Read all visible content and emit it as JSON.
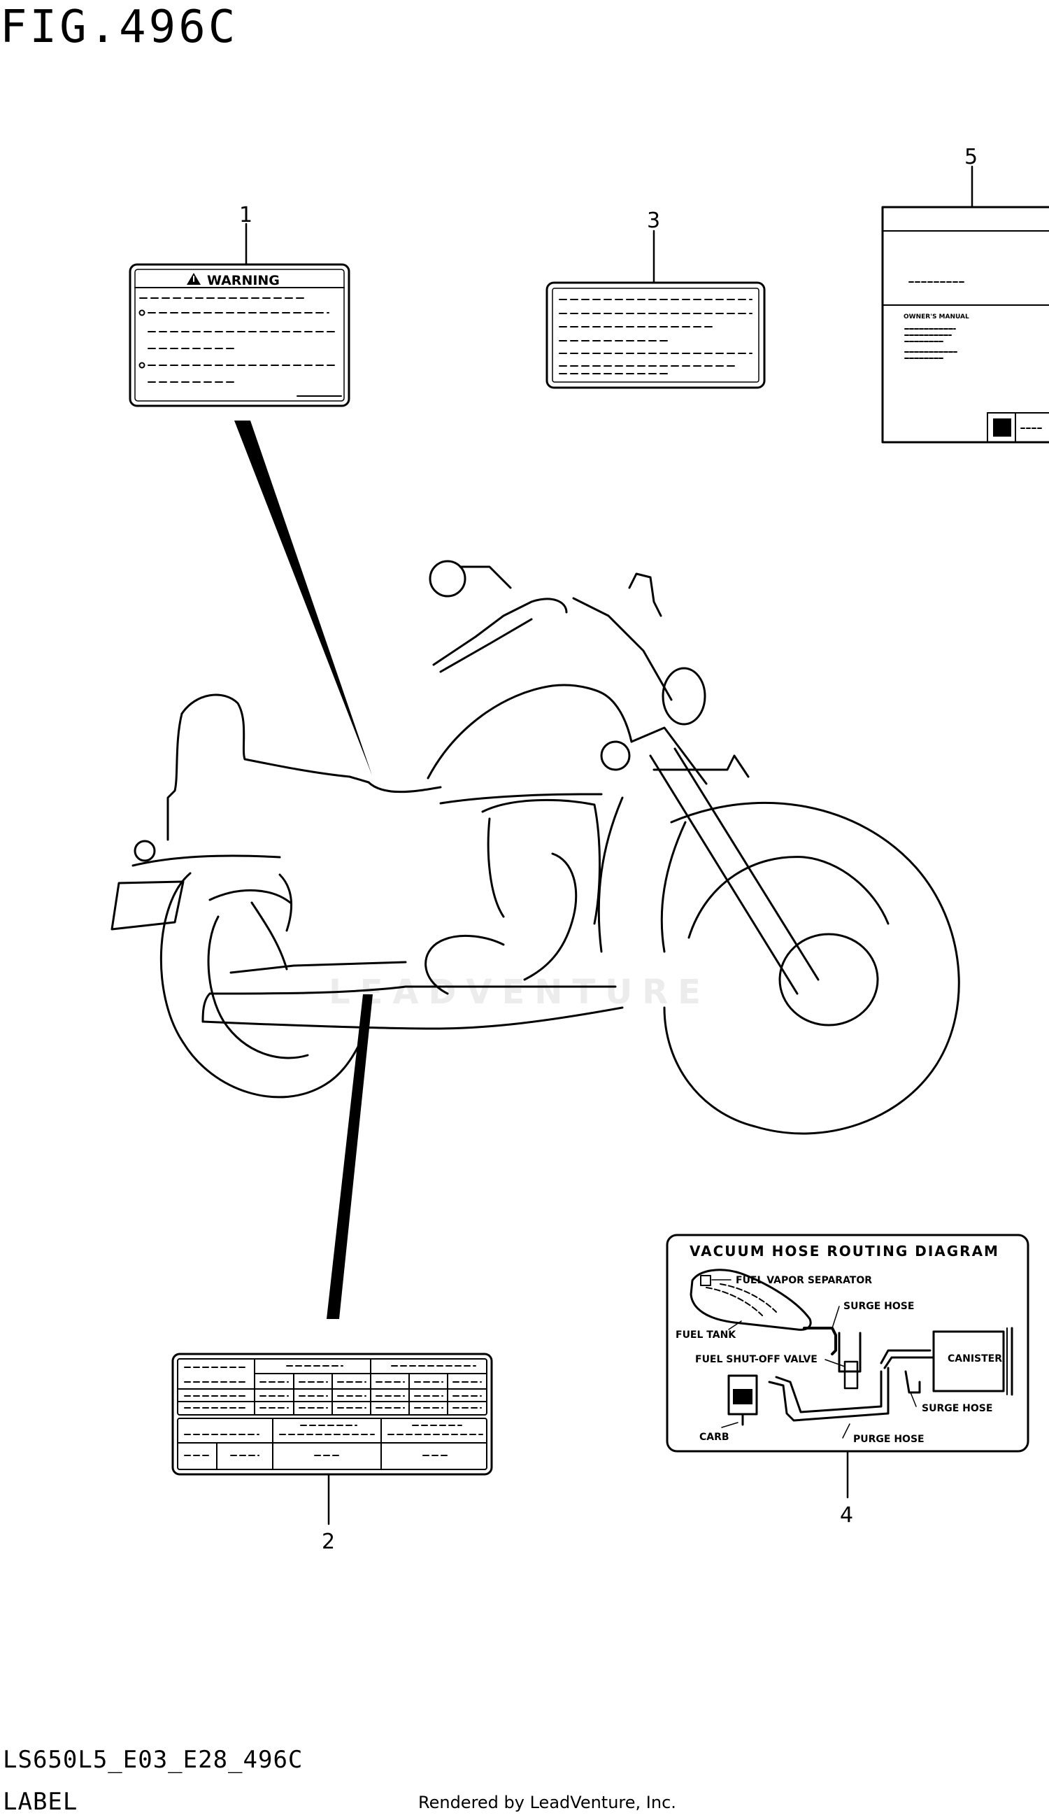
{
  "figure": {
    "title": "FIG.496C",
    "code": "LS650L5_E03_E28_496C",
    "category": "LABEL",
    "rendered_by": "Rendered by LeadVenture, Inc.",
    "watermark": "LEADVENTURE"
  },
  "callouts": [
    "1",
    "2",
    "3",
    "4",
    "5"
  ],
  "warning_label": {
    "heading": "WARNING"
  },
  "owners_manual": {
    "title": "OWNER'S MANUAL"
  },
  "vacuum_diagram": {
    "title": "VACUUM HOSE ROUTING DIAGRAM",
    "labels": {
      "fuel_vapor_separator": "FUEL VAPOR SEPARATOR",
      "surge_hose_top": "SURGE HOSE",
      "fuel_tank": "FUEL TANK",
      "fuel_shutoff_valve": "FUEL SHUT-OFF VALVE",
      "canister": "CANISTER",
      "surge_hose_bottom": "SURGE HOSE",
      "carb": "CARB",
      "purge_hose": "PURGE HOSE"
    }
  }
}
